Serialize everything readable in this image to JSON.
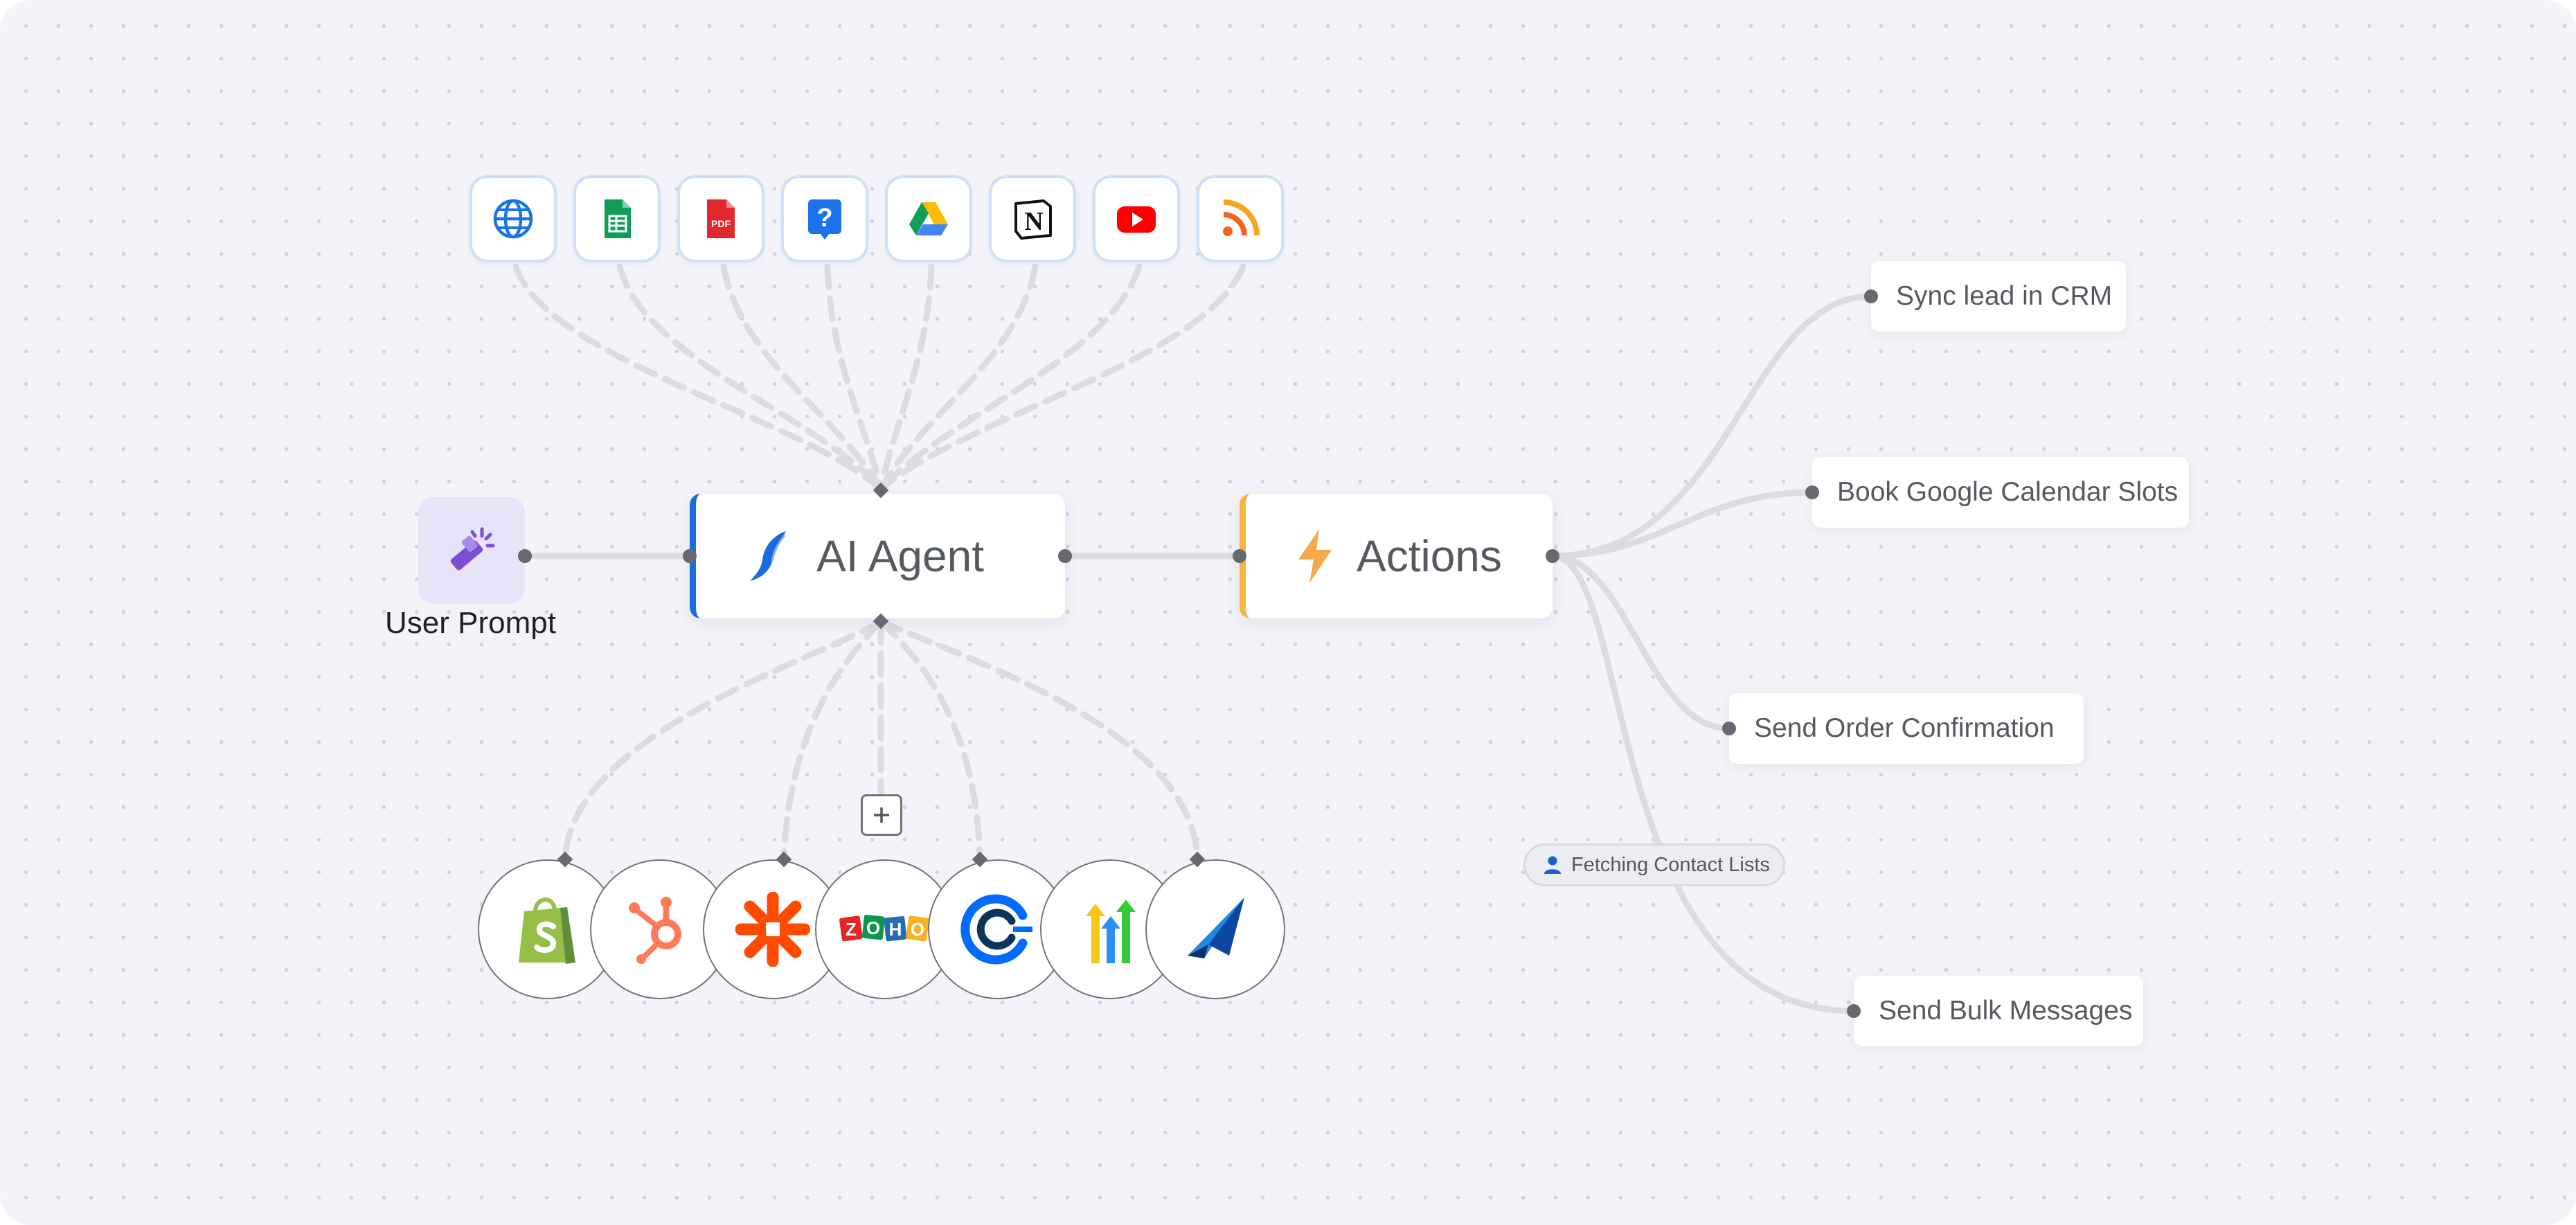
{
  "sources": [
    {
      "icon": "globe-icon",
      "label": "Website"
    },
    {
      "icon": "google-sheets-icon",
      "label": "Google Sheets"
    },
    {
      "icon": "pdf-icon",
      "label": "PDF"
    },
    {
      "icon": "faq-icon",
      "label": "FAQ"
    },
    {
      "icon": "google-drive-icon",
      "label": "Google Drive"
    },
    {
      "icon": "notion-icon",
      "label": "Notion"
    },
    {
      "icon": "youtube-icon",
      "label": "YouTube"
    },
    {
      "icon": "rss-icon",
      "label": "RSS"
    }
  ],
  "user_prompt": {
    "label": "User Prompt",
    "icon": "magic-wand-icon"
  },
  "agent": {
    "title": "AI Agent",
    "icon": "bird-logo-icon",
    "accent": "#1a6be0"
  },
  "actions": {
    "title": "Actions",
    "icon": "lightning-icon",
    "accent": "#f5b53f"
  },
  "action_items": [
    {
      "label": "Sync lead in CRM"
    },
    {
      "label": "Book Google Calendar Slots"
    },
    {
      "label": "Send Order Confirmation"
    },
    {
      "label": "Send Bulk Messages"
    }
  ],
  "status_chip": {
    "label": "Fetching Contact Lists",
    "icon": "user-icon"
  },
  "pdf_badge": "PDF",
  "faq_glyph": "?",
  "notion_glyph": "N",
  "zoho_letters": [
    "Z",
    "O",
    "H",
    "O"
  ],
  "add_glyph": "+",
  "integrations": [
    {
      "icon": "shopify-icon"
    },
    {
      "icon": "hubspot-icon"
    },
    {
      "icon": "zapier-icon"
    },
    {
      "icon": "zoho-icon"
    },
    {
      "icon": "calendly-icon"
    },
    {
      "icon": "gohighlevel-icon"
    },
    {
      "icon": "arrow-logo-icon"
    }
  ],
  "colors": {
    "canvas": "#f3f3f9",
    "wire": "#dedee3",
    "handle": "#666a70"
  }
}
